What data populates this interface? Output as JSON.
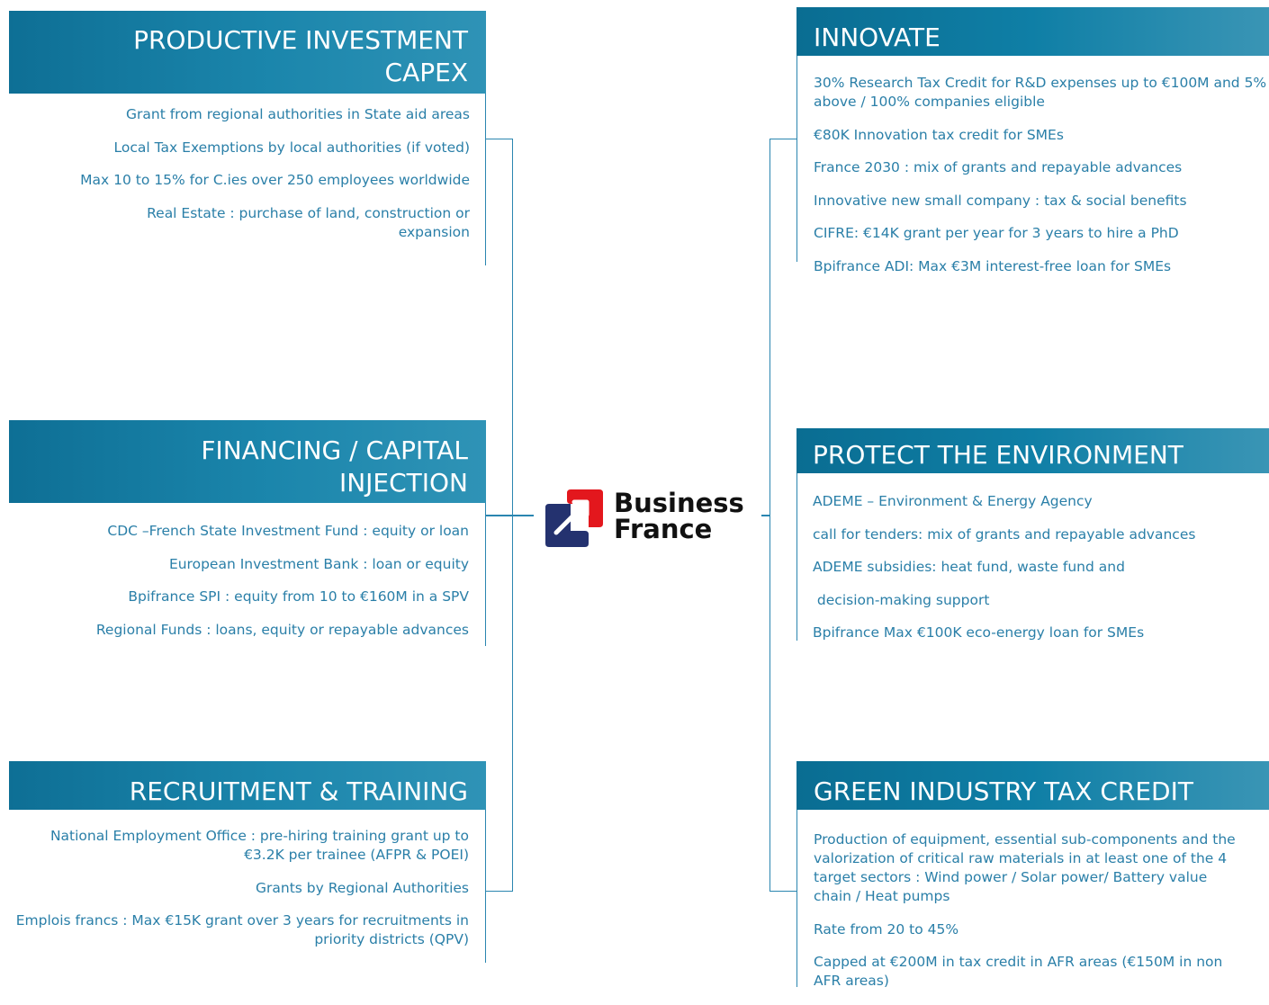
{
  "center": {
    "logo_line1": "Business",
    "logo_line2": "France"
  },
  "colors": {
    "header_dark": "#0e6f95",
    "header_light": "#3a95b5",
    "text": "#2a7fa8",
    "line": "#2a86b0",
    "logo_red": "#e3171d",
    "logo_navy": "#24326f"
  },
  "left": [
    {
      "title": "PRODUCTIVE INVESTMENT CAPEX",
      "title_l1": "PRODUCTIVE INVESTMENT",
      "title_l2": "CAPEX",
      "items": [
        "Grant from regional authorities in State aid areas",
        "Local Tax Exemptions by local authorities (if voted)",
        "Max 10 to 15% for C.ies over 250 employees worldwide",
        "Real Estate : purchase of land, construction or expansion"
      ]
    },
    {
      "title": "FINANCING / CAPITAL INJECTION",
      "title_l1": "FINANCING / CAPITAL",
      "title_l2": "INJECTION",
      "items": [
        "CDC –French State Investment Fund : equity or loan",
        "European Investment Bank : loan or equity",
        "Bpifrance SPI : equity from 10 to €160M in a SPV",
        "Regional Funds : loans, equity or repayable advances"
      ]
    },
    {
      "title": "RECRUITMENT & TRAINING",
      "items": [
        "National Employment Office : pre-hiring training grant up to €3.2K per trainee (AFPR & POEI)",
        "Grants by Regional Authorities",
        "Emplois francs : Max €15K grant over 3 years for recruitments in priority districts (QPV)"
      ]
    }
  ],
  "right": [
    {
      "title": "INNOVATE",
      "items": [
        "30% Research Tax Credit for R&D expenses up to €100M and 5% above / 100% companies eligible",
        "€80K Innovation tax credit for SMEs",
        "France 2030 : mix of grants and repayable advances",
        "Innovative new small company : tax & social benefits",
        "CIFRE: €14K grant per year for 3 years to hire a PhD",
        "Bpifrance ADI: Max €3M interest-free loan for SMEs"
      ]
    },
    {
      "title": "PROTECT THE ENVIRONMENT",
      "items": [
        "ADEME – Environment & Energy Agency",
        "call for tenders: mix of grants and repayable advances",
        "ADEME subsidies: heat fund, waste fund and",
        " decision-making support",
        "Bpifrance Max €100K eco-energy loan for SMEs"
      ]
    },
    {
      "title": "GREEN INDUSTRY TAX CREDIT",
      "items": [
        "Production of equipment, essential sub-components and the valorization of critical raw materials in at least one of the 4 target sectors : Wind power / Solar power/ Battery value chain / Heat pumps",
        "Rate from 20 to 45%",
        "Capped at €200M in tax credit in AFR areas (€150M in non AFR areas)"
      ]
    }
  ]
}
